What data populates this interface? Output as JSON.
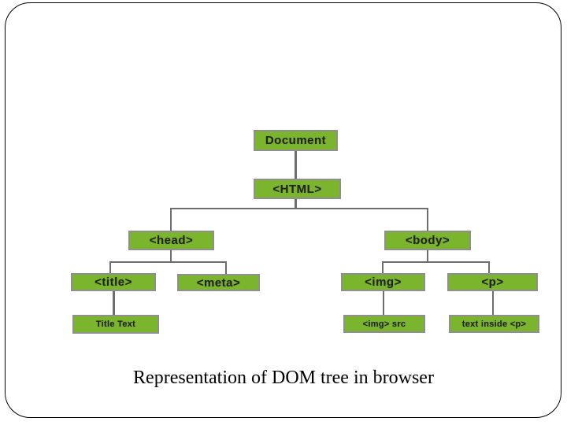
{
  "slide": {
    "caption": "Representation of DOM tree in browser"
  },
  "diagram": {
    "type": "tree",
    "description": "DOM tree of an HTML document",
    "colors": {
      "node_fill": "#7ab52d",
      "node_border": "#8f8f8f",
      "node_text": "#222222",
      "connector": "#6e6e6e",
      "slide_border": "#000000",
      "background": "#ffffff"
    },
    "nodes": {
      "document": {
        "label": "Document"
      },
      "html": {
        "label": "<HTML>"
      },
      "head": {
        "label": "<head>"
      },
      "body": {
        "label": "<body>"
      },
      "title": {
        "label": "<title>"
      },
      "meta": {
        "label": "<meta>"
      },
      "img": {
        "label": "<img>"
      },
      "p": {
        "label": "<p>"
      },
      "title_text": {
        "label": "Title Text"
      },
      "img_src": {
        "label": "<img> src"
      },
      "text_inside_p": {
        "label": "text inside <p>"
      }
    },
    "edges": [
      [
        "document",
        "html"
      ],
      [
        "html",
        "head"
      ],
      [
        "html",
        "body"
      ],
      [
        "head",
        "title"
      ],
      [
        "head",
        "meta"
      ],
      [
        "title",
        "title_text"
      ],
      [
        "body",
        "img"
      ],
      [
        "body",
        "p"
      ],
      [
        "img",
        "img_src"
      ],
      [
        "p",
        "text_inside_p"
      ]
    ]
  }
}
